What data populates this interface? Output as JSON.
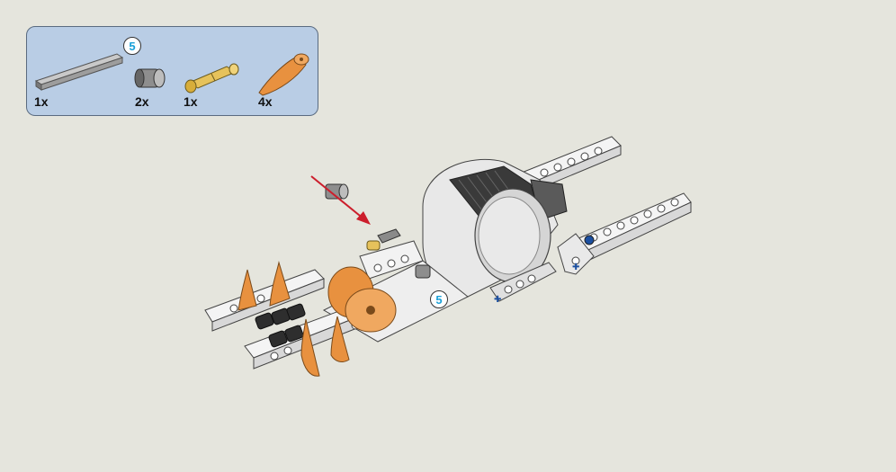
{
  "parts_callout": {
    "length_label": "5",
    "parts": [
      {
        "name": "axle",
        "qty": "1x"
      },
      {
        "name": "bushing",
        "qty": "2x"
      },
      {
        "name": "pin",
        "qty": "1x"
      },
      {
        "name": "horn",
        "qty": "4x"
      }
    ]
  },
  "model": {
    "axle_label": "5"
  },
  "colors": {
    "background": "#e5e5dd",
    "callout": "#b9cde5",
    "accent_orange": "#e8913f",
    "arrow": "#cc1e2c",
    "label_blue": "#1aa0d8"
  }
}
